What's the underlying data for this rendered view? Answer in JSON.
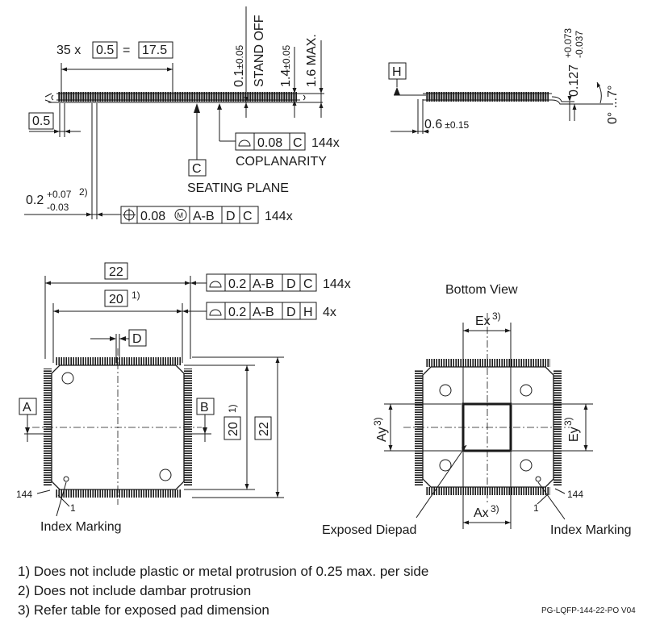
{
  "side_view": {
    "pitch_count": "35 x",
    "pitch": "0.5",
    "equals": "=",
    "pitch_total": "17.5",
    "standoff_value": "0.1",
    "standoff_tol": "±0.05",
    "standoff_label": "STAND OFF",
    "body_height_value": "1.4",
    "body_height_tol": "±0.05",
    "max_height": "1.6 MAX.",
    "lead_pitch_box": "0.5",
    "lead_width_value": "0.2",
    "lead_width_tol_plus": "+0.07",
    "lead_width_tol_minus": "-0.03",
    "lead_width_note": "2)",
    "coplanarity_value": "0.08",
    "coplanarity_datum": "C",
    "coplanarity_count": "144x",
    "coplanarity_label": "COPLANARITY",
    "seating_datum": "C",
    "seating_label": "SEATING PLANE",
    "position_value": "0.08",
    "position_modifier": "M",
    "position_datums": [
      "A-B",
      "D",
      "C"
    ],
    "position_count": "144x"
  },
  "lead_detail": {
    "datum": "H",
    "gauge_value": "0.6",
    "gauge_tol": "±0.15",
    "thickness_value": "0.127",
    "thickness_tol_plus": "+0.073",
    "thickness_tol_minus": "-0.037",
    "angle": "0° ...7°"
  },
  "top_view": {
    "outer_size": "22",
    "body_size": "20",
    "body_note": "1)",
    "profile1_value": "0.2",
    "profile1_datums": [
      "A-B",
      "D",
      "C"
    ],
    "profile1_count": "144x",
    "profile2_value": "0.2",
    "profile2_datums": [
      "A-B",
      "D",
      "H"
    ],
    "profile2_count": "4x",
    "datum_d": "D",
    "datum_a": "A",
    "datum_b": "B",
    "datum_b_note": "1)",
    "vertical_body_size": "20",
    "vertical_outer_size": "22",
    "pin_144": "144",
    "pin_1": "1",
    "index_marking": "Index Marking"
  },
  "bottom_view": {
    "title": "Bottom View",
    "ex_label": "Ex",
    "ex_note": "3)",
    "ey_label": "Ey",
    "ey_note": "3)",
    "ay_label": "Ay",
    "ay_note": "3)",
    "ax_label": "Ax",
    "ax_note": "3)",
    "exposed_diepad": "Exposed Diepad",
    "pin_1": "1",
    "pin_144": "144",
    "index_marking": "Index Marking"
  },
  "notes": [
    "1) Does not include plastic or metal protrusion of 0.25 max. per side",
    "2) Does not include dambar protrusion",
    "3) Refer table for exposed pad dimension"
  ],
  "document_id": "PG-LQFP-144-22-PO  V04"
}
